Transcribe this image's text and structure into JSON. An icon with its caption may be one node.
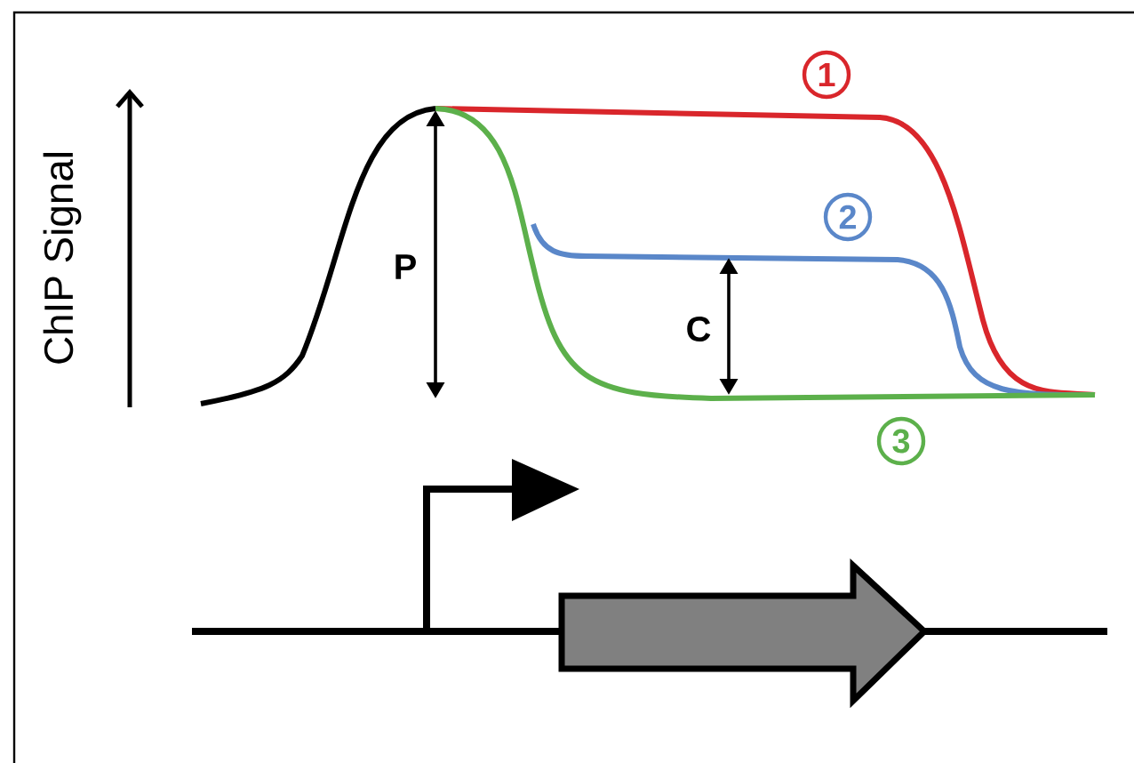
{
  "diagram": {
    "nodes": [
      {
        "text": [
          "1"
        ]
      },
      {
        "text": [
          "2"
        ]
      },
      {
        "text": [
          "3"
        ]
      }
    ],
    "labels": [
      "ChIP Signal",
      "P",
      "C"
    ]
  }
}
